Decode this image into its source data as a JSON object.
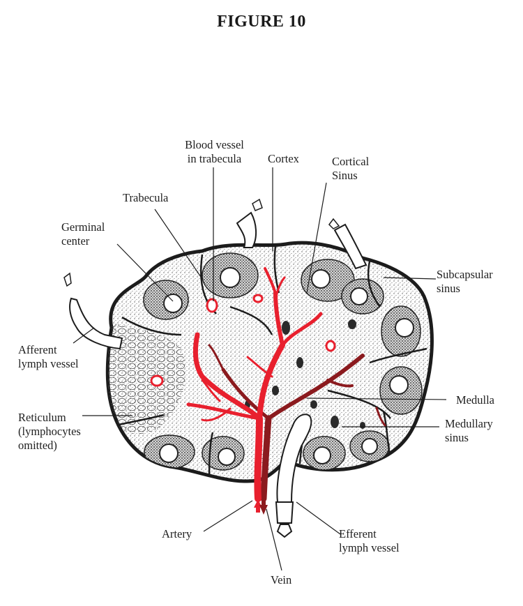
{
  "title": "FIGURE 10",
  "labels": {
    "blood_vessel_in_trabecula": [
      "Blood vessel",
      "in trabecula"
    ],
    "cortex": "Cortex",
    "cortical_sinus": [
      "Cortical",
      "Sinus"
    ],
    "trabecula": "Trabecula",
    "germinal_center": [
      "Germinal",
      "center"
    ],
    "subcapsular_sinus": [
      "Subcapsular",
      "sinus"
    ],
    "afferent_lymph_vessel": [
      "Afferent",
      "lymph vessel"
    ],
    "medulla": "Medulla",
    "reticulum": [
      "Reticulum",
      "(lymphocytes",
      "omitted)"
    ],
    "medullary_sinus": [
      "Medullary",
      "sinus"
    ],
    "artery": "Artery",
    "efferent_lymph_vessel": [
      "Efferent",
      "lymph vessel"
    ],
    "vein": "Vein"
  },
  "colors": {
    "artery": "#e8202e",
    "vein": "#8b1a1e",
    "outline": "#1c1c1c",
    "stipple": "#3a3a3a",
    "background": "#ffffff"
  }
}
